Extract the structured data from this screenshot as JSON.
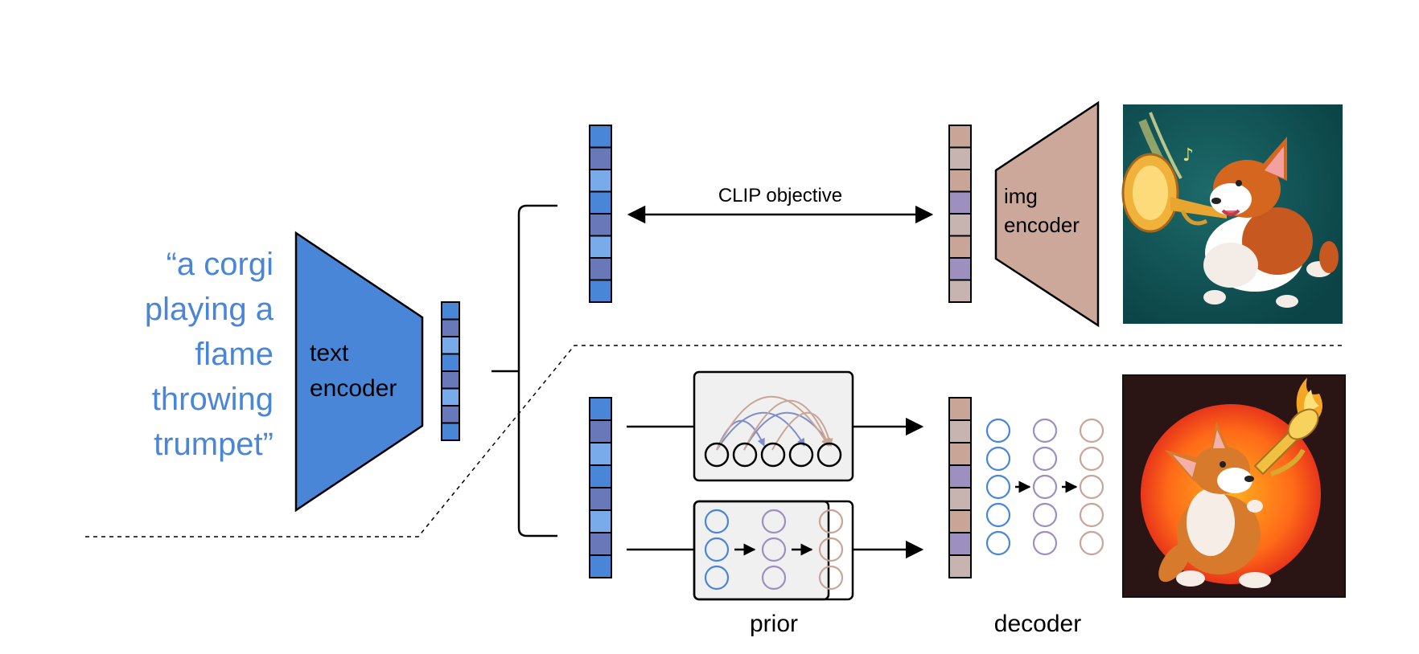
{
  "caption": {
    "lines": [
      "“a corgi",
      "playing a",
      "flame",
      "throwing",
      "trumpet”"
    ],
    "color": "#4a86d8"
  },
  "text_encoder": {
    "label_line1": "text",
    "label_line2": "encoder",
    "color": "#4a86d8"
  },
  "img_encoder": {
    "label_line1": "img",
    "label_line2": "encoder",
    "color": "#cba89a"
  },
  "clip": {
    "label": "CLIP objective"
  },
  "prior": {
    "label": "prior"
  },
  "decoder": {
    "label": "decoder"
  },
  "images": {
    "top": {
      "description": "corgi playing trumpet illustration",
      "bg": "#0e4f51"
    },
    "bottom": {
      "description": "corgi playing flame trumpet illustration",
      "bg": "#2a1414"
    }
  },
  "colors": {
    "text_emb": [
      "#4a86d8",
      "#6878b8",
      "#79abeb",
      "#4a86d8",
      "#6878b8",
      "#79abeb",
      "#6878b8",
      "#4a86d8"
    ],
    "img_emb": [
      "#c9a598",
      "#c7b4b0",
      "#c9a598",
      "#9d8fbf",
      "#c7b4b0",
      "#c9a598",
      "#9d8fbf",
      "#c7b4b0"
    ],
    "circle_blue": "#4a86d8",
    "circle_purple": "#9d8fbf",
    "circle_tan": "#c9a598"
  }
}
